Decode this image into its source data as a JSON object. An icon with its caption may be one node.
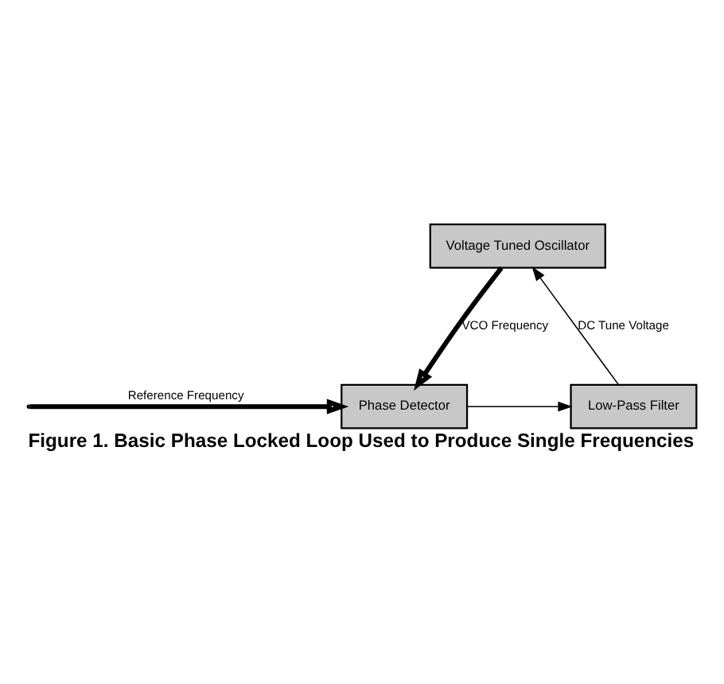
{
  "diagram": {
    "caption": "Figure 1. Basic Phase Locked Loop Used to Produce Single Frequencies",
    "nodes": [
      {
        "text": [
          "Voltage Tuned Oscillator"
        ]
      },
      {
        "text": [
          "Phase Detector"
        ]
      },
      {
        "text": [
          "Low-Pass Filter"
        ]
      }
    ],
    "edges": [
      {
        "from": 0,
        "to": 1,
        "arrow": "to",
        "style": "thick",
        "label": "VCO Frequency"
      },
      {
        "from": null,
        "to": 1,
        "arrow": "to",
        "style": "thick",
        "label": "Reference Frequency"
      },
      {
        "from": 1,
        "to": 2,
        "arrow": "to"
      },
      {
        "from": 2,
        "to": 0,
        "arrow": "to",
        "label": "DC Tune Voltage"
      }
    ]
  }
}
